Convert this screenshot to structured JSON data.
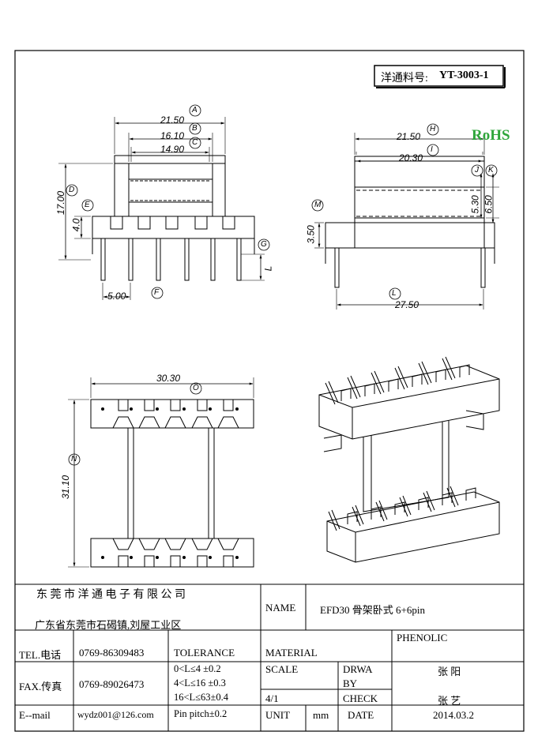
{
  "part_number_label": "洋通料号:",
  "part_number": "YT-3003-1",
  "rohs": "RoHS",
  "colors": {
    "rohs": "#2ea63a",
    "line": "#000000"
  },
  "dims": {
    "front": {
      "a": "21.50",
      "b": "16.10",
      "c": "14.90",
      "d": "17.00",
      "e": "4.0",
      "f": "5.00",
      "bubble_a": "A",
      "bubble_b": "B",
      "bubble_c": "C",
      "bubble_d": "D",
      "bubble_e": "E",
      "bubble_f": "F",
      "bubble_g": "G",
      "l": "L"
    },
    "side": {
      "h": "21.50",
      "i": "20.30",
      "j_k_a": "5.30",
      "j_k_b": "6.50",
      "m": "3.50",
      "l": "27.50",
      "bubble_h": "H",
      "bubble_i": "I",
      "bubble_j": "J",
      "bubble_k": "K",
      "bubble_m": "M",
      "bubble_l": "L"
    },
    "bottom": {
      "o": "30.30",
      "n": "31.10",
      "bubble_o": "O",
      "bubble_n": "N"
    }
  },
  "title_block": {
    "company": "东 莞 市 洋 通 电 子 有 限 公 司",
    "address": "广东省东莞市石碣镇,刘屋工业区",
    "name_label": "NAME",
    "name_value": "EFD30 骨架卧式 6+6pin",
    "tel_label": "TEL.电话",
    "tel_value": "0769-86309483",
    "fax_label": "FAX.传真",
    "fax_value": "0769-89026473",
    "email_label": "E--mail",
    "email_value": "wydz001@126.com",
    "tolerance_label": "TOLERANCE",
    "tol_1": "0<L≤4  ±0.2",
    "tol_2": "4<L≤16 ±0.3",
    "tol_3": "16<L≤63±0.4",
    "tol_4": "Pin pitch±0.2",
    "material_label": "MATERIAL",
    "material_value": "PHENOLIC",
    "scale_label": "SCALE",
    "scale_value": "4/1",
    "drwa_label": "DRWA",
    "by_label": "BY",
    "drwa_value": "张 阳",
    "check_label": "CHECK",
    "check_value": "张 艺",
    "unit_label": "UNIT",
    "unit_value": "mm",
    "date_label": "DATE",
    "date_value": "2014.03.2"
  }
}
